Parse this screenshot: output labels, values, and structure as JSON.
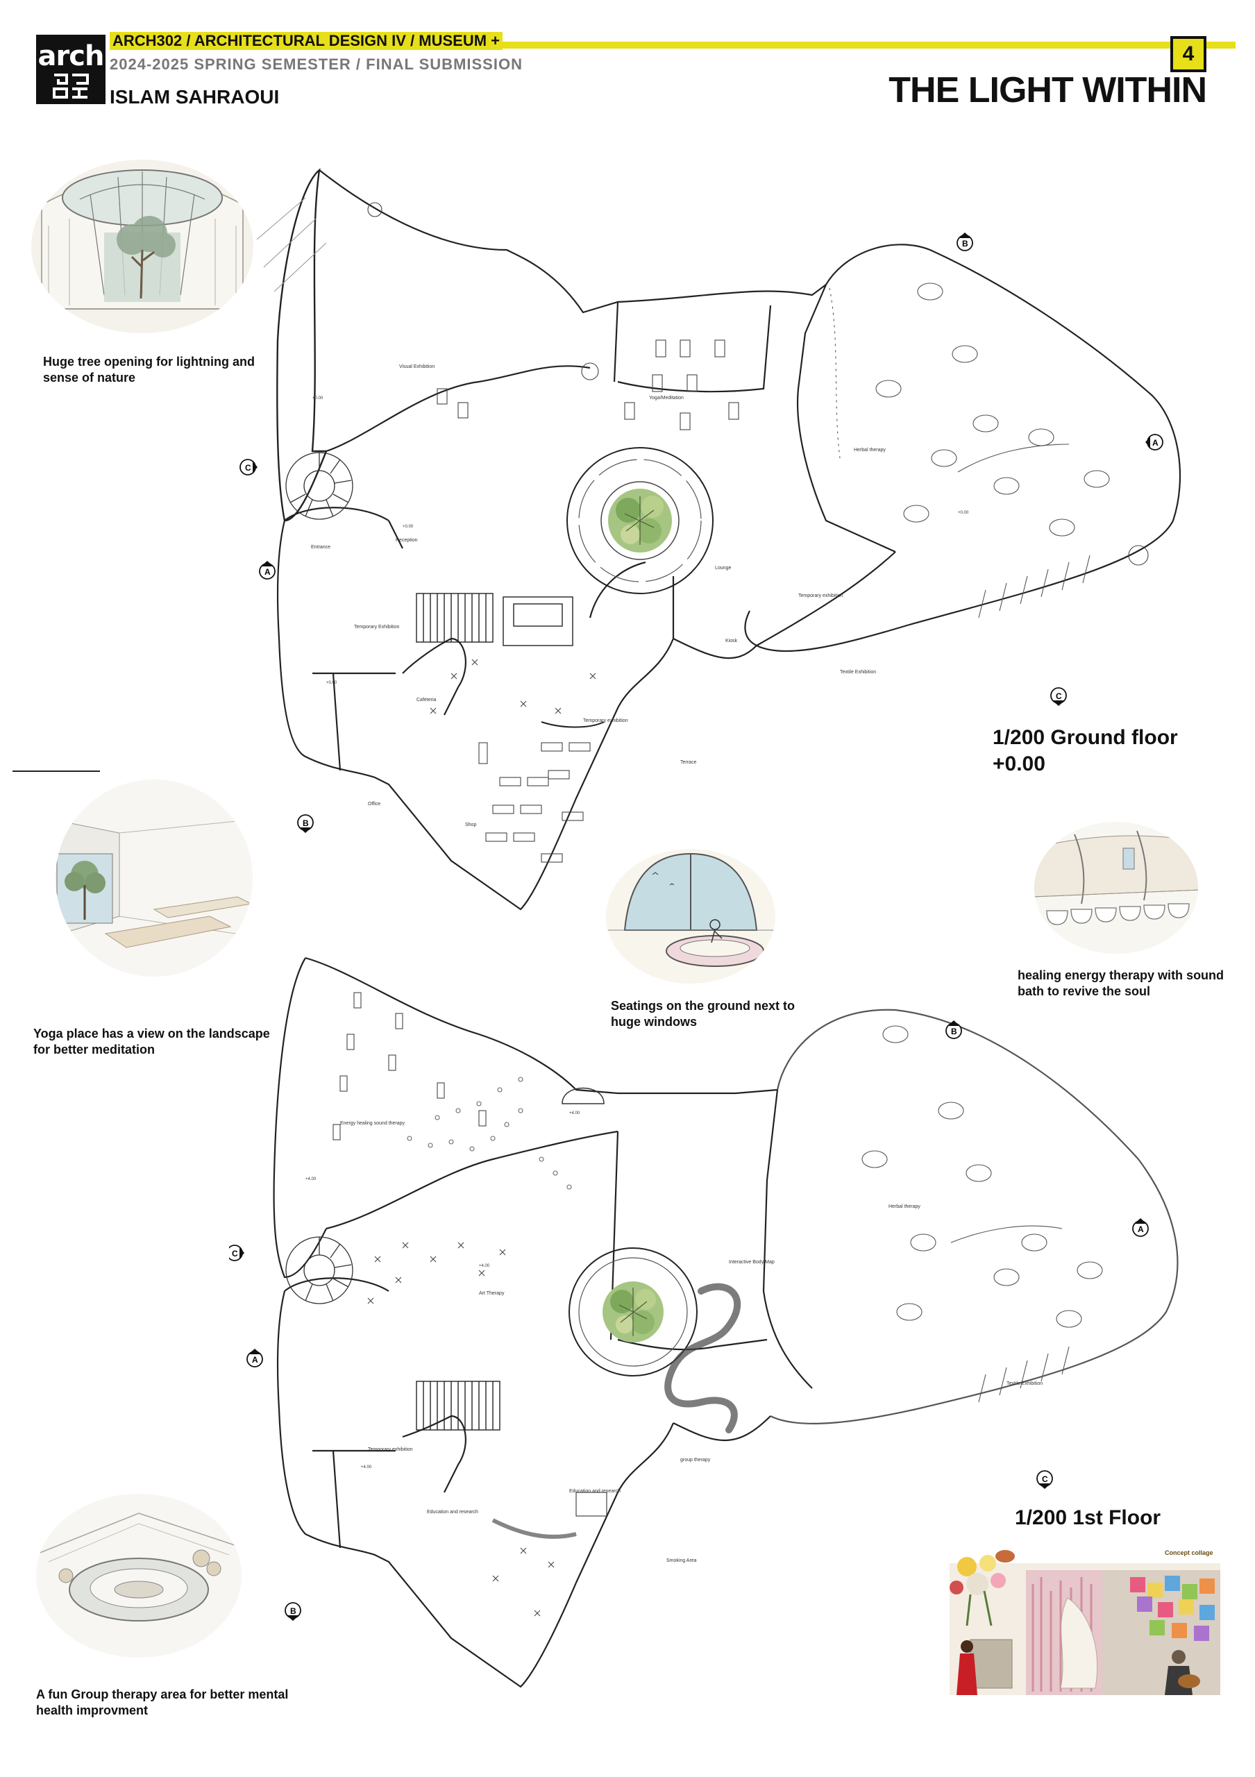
{
  "header": {
    "logo_text": "arch",
    "course": "ARCH302 / ARCHITECTURAL DESIGN IV / MUSEUM +",
    "semester": "2024-2025 SPRING SEMESTER / FINAL SUBMISSION",
    "author": "ISLAM SAHRAOUI",
    "page_number": "4",
    "title": "THE LIGHT WITHIN",
    "accent_color": "#e7df1a"
  },
  "captions": {
    "tree_opening": "Huge tree opening for lightning and sense of nature",
    "yoga": "Yoga place has a view on the landscape for better meditation",
    "seatings": "Seatings on the ground next to huge windows",
    "healing": "healing energy therapy with sound bath to revive the soul",
    "group_therapy": "A fun Group therapy area for better mental health improvment"
  },
  "plans": {
    "ground": {
      "scale_label": "1/200 Ground floor",
      "level": "+0.00",
      "rooms": {
        "visual_exhibition": "Visual Exhibition",
        "yoga_meditation": "Yoga/Meditation",
        "herbal_therapy": "Herbal therapy",
        "entrance": "Entrance",
        "reception": "Reception",
        "lounge": "Lounge",
        "temporary_exhibition_1": "Temporary Exhibition",
        "temporary_exhibition_2": "Temporary exhibition",
        "temporary_exhibition_3": "Temporary exhibition",
        "cafeteria": "Cafeteria",
        "kiosk": "Kiosk",
        "textile_exhibition": "Textile Exhibition",
        "terrace": "Terrace",
        "office": "Office",
        "shop": "Shop"
      },
      "levels": {
        "l1": "+0.00",
        "l2": "+0.00",
        "l3": "+0.00",
        "l4": "+0.00"
      }
    },
    "first": {
      "scale_label": "1/200 1st Floor",
      "rooms": {
        "energy_healing": "Energy healing sound therapy",
        "herbal_therapy": "Herbal therapy",
        "interactive_body_map": "Interactive Body Map",
        "art_therapy": "Art Therapy",
        "temporary_exhibition": "Temporary exhibition",
        "education_research_1": "Education and research",
        "education_research_2": "Education and research",
        "group_therapy": "group therapy",
        "textile_exhibition": "Textile Exhibition",
        "smoking_area": "Smoking Area"
      },
      "levels": {
        "l1": "+4.00",
        "l2": "+4.00",
        "l3": "+4.00",
        "l4": "+4.00"
      }
    },
    "section_markers": {
      "a": "A",
      "b": "B",
      "c": "C"
    }
  },
  "collage": {
    "label": "Concept collage"
  }
}
